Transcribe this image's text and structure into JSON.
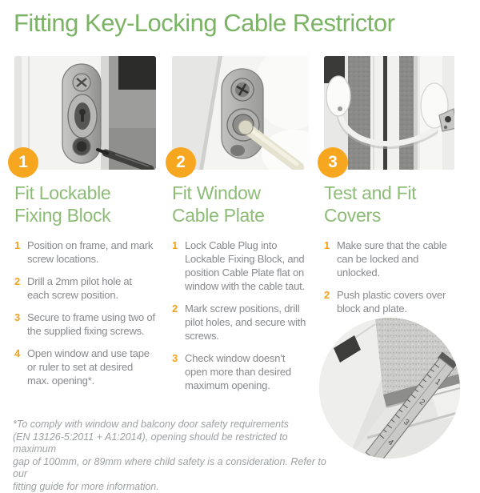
{
  "title": "Fitting Key-Locking Cable Restrictor",
  "colors": {
    "green_title": "#79b363",
    "green_heading": "#8dbc77",
    "orange_badge": "#f7a71f",
    "orange_number": "#f2a11d",
    "text_gray": "#87898c",
    "footnote_gray": "#9da0a2"
  },
  "steps": [
    {
      "number": "1",
      "heading": "Fit Lockable Fixing Block",
      "items": [
        {
          "n": "1",
          "text": "Position on frame, and mark screw locations."
        },
        {
          "n": "2",
          "text": "Drill a 2mm pilot hole at each screw position."
        },
        {
          "n": "3",
          "text": "Secure to frame using two of the supplied fixing screws."
        },
        {
          "n": "4",
          "text": "Open window and use tape or ruler to set at desired max. opening*."
        }
      ]
    },
    {
      "number": "2",
      "heading": "Fit Window Cable Plate",
      "items": [
        {
          "n": "1",
          "text": "Lock Cable Plug into Lockable Fixing Block, and position Cable Plate flat on window with the cable taut."
        },
        {
          "n": "2",
          "text": "Mark screw positions, drill pilot holes, and secure with screws."
        },
        {
          "n": "3",
          "text": "Check window doesn’t open more than desired maximum opening."
        }
      ]
    },
    {
      "number": "3",
      "heading": "Test and Fit Covers",
      "items": [
        {
          "n": "1",
          "text": "Make sure that the cable can be locked and unlocked."
        },
        {
          "n": "2",
          "text": "Push plastic covers over block and plate."
        }
      ]
    }
  ],
  "tape_numbers": [
    "1",
    "2",
    "3",
    "4"
  ],
  "footnote_lines": [
    "*To comply with window and balcony door safety requirements",
    "(EN 13126-5:2011 + A1:2014), opening should be restricted to maximum",
    "gap of 100mm, or 89mm where child safety is a consideration. Refer to our",
    "fitting guide for more information."
  ]
}
